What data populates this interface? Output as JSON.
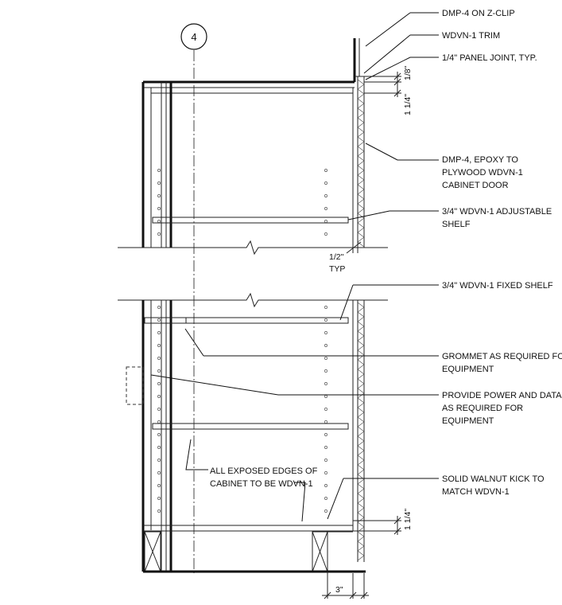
{
  "grid_bubble": {
    "label": "4"
  },
  "notes": [
    {
      "id": "dmp4-zclip",
      "text": "DMP-4 ON Z-CLIP"
    },
    {
      "id": "wdvn1-trim",
      "text": "WDVN-1 TRIM"
    },
    {
      "id": "panel-joint",
      "text": "1/4\" PANEL JOINT, TYP."
    },
    {
      "id": "dmp4-epoxy",
      "lines": [
        "DMP-4, EPOXY TO",
        "PLYWOOD WDVN-1",
        "CABINET DOOR"
      ]
    },
    {
      "id": "adjustable-shelf",
      "lines": [
        "3/4\" WDVN-1 ADJUSTABLE",
        "SHELF"
      ]
    },
    {
      "id": "fixed-shelf",
      "text": "3/4\" WDVN-1 FIXED SHELF"
    },
    {
      "id": "grommet",
      "lines": [
        "GROMMET AS REQUIRED FOR",
        "EQUIPMENT"
      ]
    },
    {
      "id": "power-data",
      "lines": [
        "PROVIDE POWER AND DATA",
        "AS REQUIRED FOR",
        "EQUIPMENT"
      ]
    },
    {
      "id": "exposed-edges",
      "lines": [
        "ALL EXPOSED EDGES OF",
        "CABINET TO BE WDVN-1"
      ]
    },
    {
      "id": "walnut-kick",
      "lines": [
        "SOLID WALNUT KICK TO",
        "MATCH WDVN-1"
      ]
    }
  ],
  "dimensions": {
    "gap_top": "1/8\"",
    "trim_height": "1 1/4\"",
    "door_gap": "1/2\"",
    "door_gap_note": "TYP",
    "kick_top": "1 1/4\"",
    "kick_depth": "3\""
  }
}
